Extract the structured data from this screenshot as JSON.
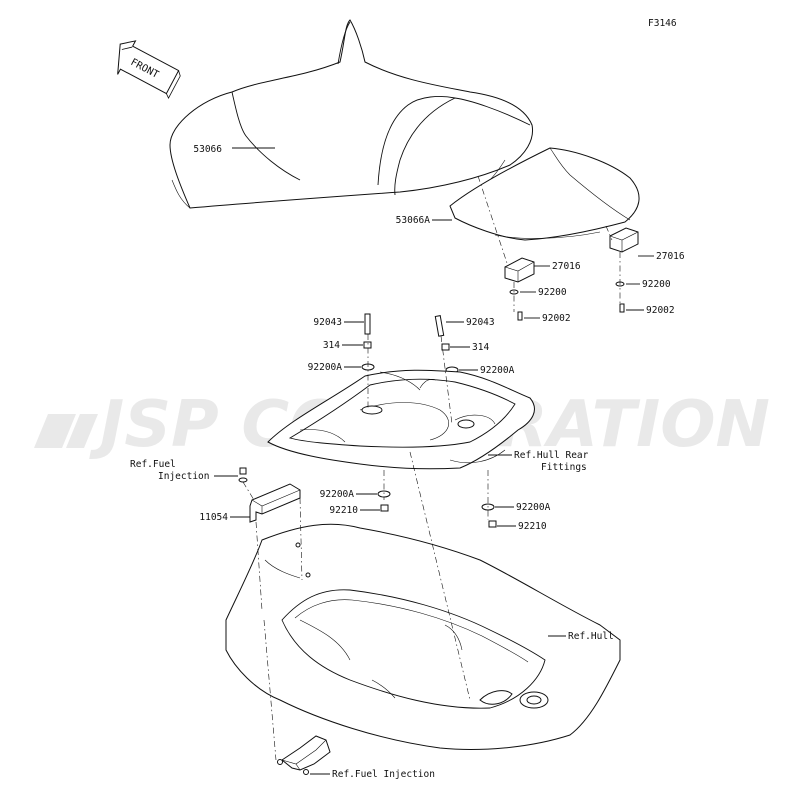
{
  "diagram_code": "F3146",
  "front_label": "FRONT",
  "watermark_text": "JSP CORPORATION",
  "labels": {
    "seat_front": "53066",
    "seat_rear": "53066A",
    "damper_right": "27016",
    "damper_left": "27016",
    "washer_upper_right": "92200",
    "washer_upper_left": "92200",
    "bolt_upper_right": "92002",
    "bolt_upper_left": "92002",
    "bolt_left": "92043",
    "bolt_right": "92043",
    "nut_left": "314",
    "nut_right": "314",
    "washer_a_left": "92200A",
    "washer_a_right": "92200A",
    "hull_rear_fittings_1": "Ref.Hull Rear",
    "hull_rear_fittings_2": "Fittings",
    "fuel_injection_1": "Ref.Fuel",
    "fuel_injection_2": "Injection",
    "washer_a_lower_left": "92200A",
    "nut_lower_left": "92210",
    "washer_a_lower_right": "92200A",
    "nut_lower_right": "92210",
    "bracket": "11054",
    "hull": "Ref.Hull",
    "fuel_injection_bottom": "Ref.Fuel Injection"
  },
  "colors": {
    "line": "#111111",
    "watermark": "#e9e9e9"
  }
}
